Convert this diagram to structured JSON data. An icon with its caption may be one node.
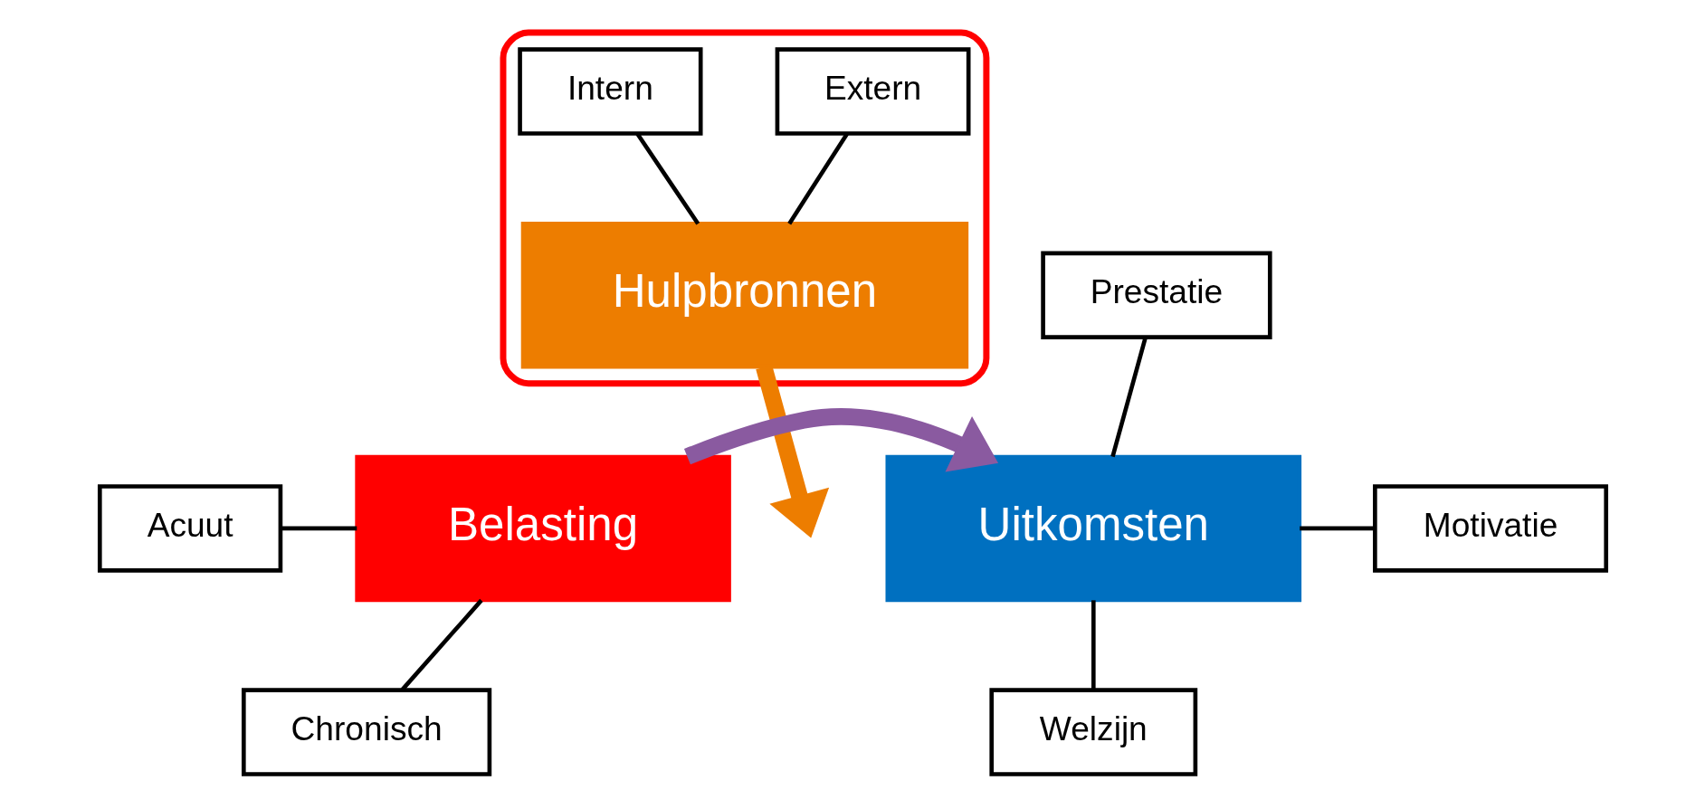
{
  "diagram": {
    "nodes": [
      {
        "text": [],
        "shape": "ellipse"
      },
      {
        "text": [
          "Intern"
        ],
        "in": 0
      },
      {
        "text": [
          "Extern"
        ],
        "in": 0
      },
      {
        "text": [
          "Hulpbronnen"
        ],
        "in": 0
      },
      {
        "text": [
          "Acuut"
        ]
      },
      {
        "text": [
          "Chronisch"
        ]
      },
      {
        "text": [
          "Belasting"
        ]
      },
      {
        "text": [
          "Uitkomsten"
        ]
      },
      {
        "text": [
          "Prestatie"
        ]
      },
      {
        "text": [
          "Motivatie"
        ]
      },
      {
        "text": [
          "Welzijn"
        ]
      }
    ],
    "edges": [
      {
        "from": 1,
        "to": 3,
        "arrow": "none"
      },
      {
        "from": 2,
        "to": 3,
        "arrow": "none"
      },
      {
        "from": 3,
        "to": null,
        "arrow": "to",
        "style": "thick",
        "color": "#ed7d00"
      },
      {
        "from": 4,
        "to": 6,
        "arrow": "none"
      },
      {
        "from": 5,
        "to": 6,
        "arrow": "none"
      },
      {
        "from": 6,
        "to": 7,
        "arrow": "to",
        "style": "thick",
        "color": "#8a5aa0"
      },
      {
        "from": 7,
        "to": 8,
        "arrow": "none"
      },
      {
        "from": 7,
        "to": 9,
        "arrow": "none"
      },
      {
        "from": 7,
        "to": 10,
        "arrow": "none"
      }
    ]
  }
}
